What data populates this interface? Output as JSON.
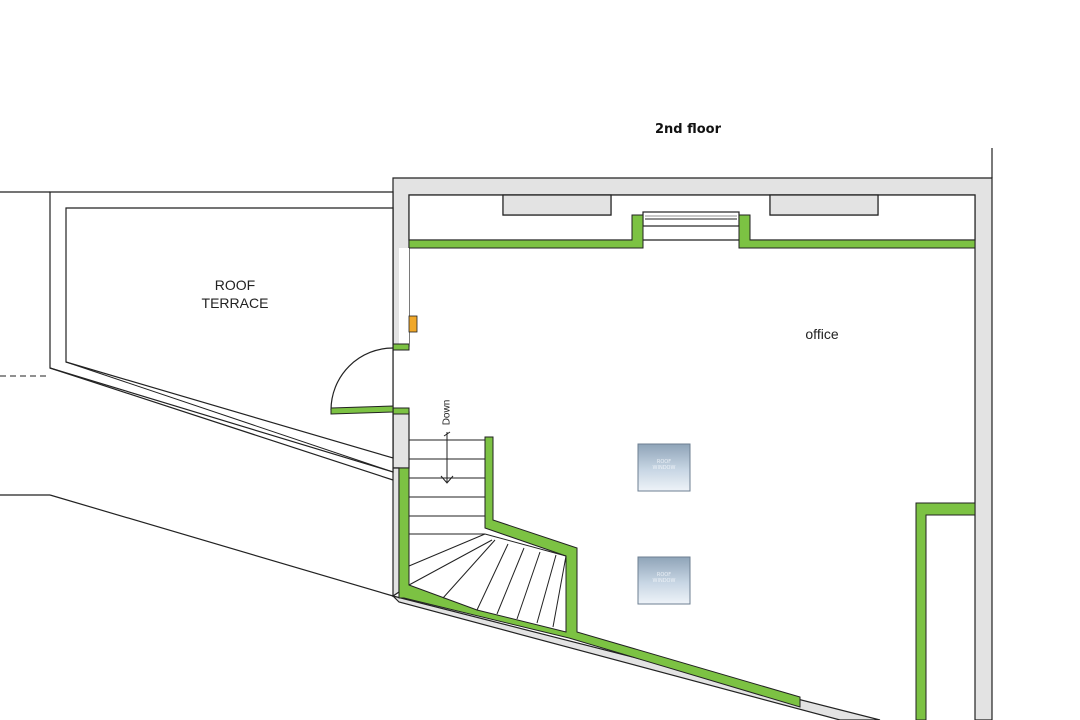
{
  "floor_title": "2nd floor",
  "rooms": {
    "roof_terrace": [
      "ROOF",
      "TERRACE"
    ],
    "office": "office"
  },
  "stairs": {
    "direction_label": "Down"
  },
  "skylights": [
    {
      "label": [
        "ROOF",
        "WINDOW"
      ]
    },
    {
      "label": [
        "ROOF",
        "WINDOW"
      ]
    }
  ],
  "colors": {
    "wall": "#e3e3e3",
    "wall_outline": "#222222",
    "insulation": "#7cc243",
    "marker": "#f0a82a",
    "skylight_top": "#8fa4b8",
    "skylight_bottom": "#e6eef6"
  }
}
